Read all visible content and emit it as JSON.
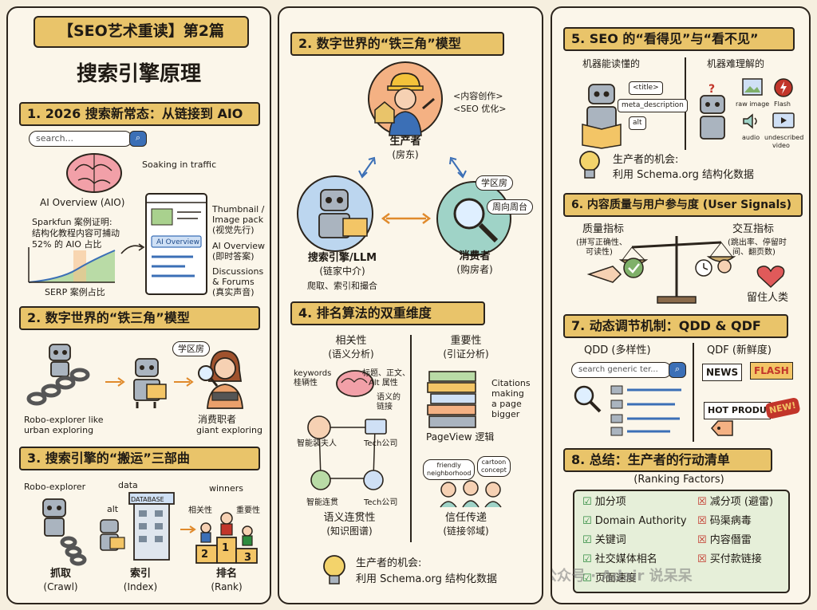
{
  "left": {
    "title_banner": "【SEO艺术重读】第2篇",
    "main_title": "搜索引擎原理",
    "s1": {
      "heading": "1. 2026 搜索新常态：从链接到 AIO",
      "search_text": "search...",
      "soaking": "Soaking in traffic",
      "ai_overview": "AI Overview (AIO)",
      "sparkfun": [
        "Sparkfun 案例证明:",
        "结构化教程内容可捕动",
        "52% 的 AIO 占比"
      ],
      "serp": "SERP 案例占比",
      "serp_bar": "AI Overview",
      "serp_items": [
        [
          "Thumbnail /",
          "Image pack",
          "(视觉先行)"
        ],
        [
          "AI Overview",
          "(即时答案)"
        ],
        [
          "Discussions",
          "& Forums",
          "(真实声音)"
        ]
      ]
    },
    "s2": {
      "heading": "2. 数字世界的“铁三角”模型",
      "robo": [
        "Robo-explorer like",
        "urban exploring"
      ],
      "consumer": [
        "消费职者",
        "giant exploring"
      ],
      "bubble": "学区房"
    },
    "s3": {
      "heading": "3. 搜索引擎的“搬运”三部曲",
      "robo": "Robo-explorer",
      "data": "data",
      "alt": "alt",
      "database": "DATABASE",
      "winners": "winners",
      "relevance": "相关性",
      "importance": "重要性",
      "podium": [
        "2",
        "1",
        "3"
      ],
      "steps": [
        [
          "抓取",
          "(Crawl)"
        ],
        [
          "索引",
          "(Index)"
        ],
        [
          "排名",
          "(Rank)"
        ]
      ]
    }
  },
  "mid": {
    "s2": {
      "heading": "2. 数字世界的“铁三角”模型",
      "tags": [
        "<内容创作>",
        "<SEO 优化>"
      ],
      "producer": [
        "生产者",
        "(房东)"
      ],
      "engine": [
        "搜索引擎/LLM",
        "(链家中介)",
        "爬取、索引和撮合"
      ],
      "consumer": [
        "消费者",
        "(购房者)"
      ],
      "bubbles": [
        "学区房",
        "周向周台"
      ]
    },
    "s4": {
      "heading": "4. 排名算法的双重维度",
      "relevance": [
        "相关性",
        "(语义分析)"
      ],
      "importance": [
        "重要性",
        "(引证分析)"
      ],
      "keywords": [
        "keywords",
        "桂辆性"
      ],
      "title_tags": [
        "标题、正文、",
        "Alt 属性"
      ],
      "semantic_link": [
        "语义的",
        "链接"
      ],
      "nodes": [
        "智能装夫人",
        "Tech公司",
        "智能连贯",
        "Tech公司"
      ],
      "citations": [
        "Citations",
        "making",
        "a page",
        "bigger"
      ],
      "pageview": "PageView 逻辑",
      "bubbles": [
        "friendly",
        "neighborhood",
        "cartoon",
        "concept"
      ],
      "semantic_coherence": [
        "语义连贯性",
        "(知识图谱)"
      ],
      "trust": [
        "信任传递",
        "(链接邻域)"
      ],
      "opportunity": [
        "生产者的机会:",
        "利用 Schema.org 结构化数据"
      ]
    }
  },
  "right": {
    "s5": {
      "heading": "5. SEO 的“看得见”与“看不见”",
      "readable": "机器能读懂的",
      "hard": "机器难理解的",
      "tags": [
        "<title>",
        "meta_description",
        "alt"
      ],
      "hard_items": [
        "raw image",
        "Flash",
        "audio",
        "undescribed",
        "video"
      ],
      "opportunity": [
        "生产者的机会:",
        "利用 Schema.org 结构化数据"
      ]
    },
    "s6": {
      "heading": "6. 内容质量与用户参与度 (User Signals)",
      "quality": [
        "质量指标",
        "(拼写正确性、",
        "可读性)"
      ],
      "interaction": [
        "交互指标",
        "(跳出率、停留时",
        "间、翻页数)"
      ],
      "retain": "留住人类"
    },
    "s7": {
      "heading": "7. 动态调节机制：QDD & QDF",
      "qdd": "QDD (多样性)",
      "qdf": "QDF (新鲜度)",
      "search_text": "search generic ter...",
      "news": "NEWS",
      "flash": "FLASH",
      "hot": "HOT PRODU",
      "new_badge": "NEW!"
    },
    "s8": {
      "heading": "8. 总结：生产者的行动清单",
      "subheading": "(Ranking Factors)",
      "plus": [
        "加分项",
        "Domain Authority",
        "关键词",
        "社交媒体相名",
        "页面速度"
      ],
      "minus": [
        "减分项 (避雷)",
        "码渠病毒",
        "内容僭雷",
        "买付款链接"
      ],
      "watermark": "公众号 · Adair 说呆呆"
    }
  },
  "colors": {
    "banner": "#e9c46a",
    "ink": "#2b241c",
    "green": "#2e8b3e",
    "red": "#c2352a",
    "blue": "#3b6fb6",
    "peach": "#f4b183",
    "teal": "#9fd3c7"
  }
}
